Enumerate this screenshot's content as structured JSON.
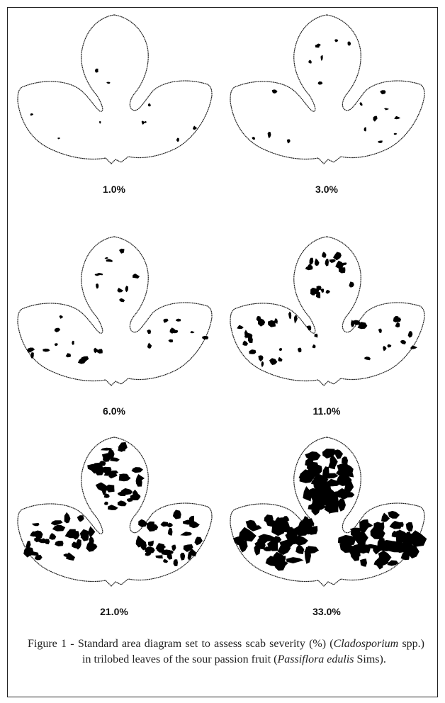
{
  "figure": {
    "diagrams": [
      {
        "severity_label": "1.0%",
        "severity": 1.0
      },
      {
        "severity_label": "3.0%",
        "severity": 3.0
      },
      {
        "severity_label": "6.0%",
        "severity": 6.0
      },
      {
        "severity_label": "11.0%",
        "severity": 11.0
      },
      {
        "severity_label": "21.0%",
        "severity": 21.0
      },
      {
        "severity_label": "33.0%",
        "severity": 33.0
      }
    ],
    "caption": {
      "prefix": "Figure 1 - ",
      "text_1": "Standard area diagram set to assess scab severity (%) (",
      "genus": "Cladosporium",
      "text_2": " spp.) in trilobed leaves of the sour passion fruit (",
      "species": "Passiflora edulis",
      "text_3": " Sims)."
    }
  }
}
